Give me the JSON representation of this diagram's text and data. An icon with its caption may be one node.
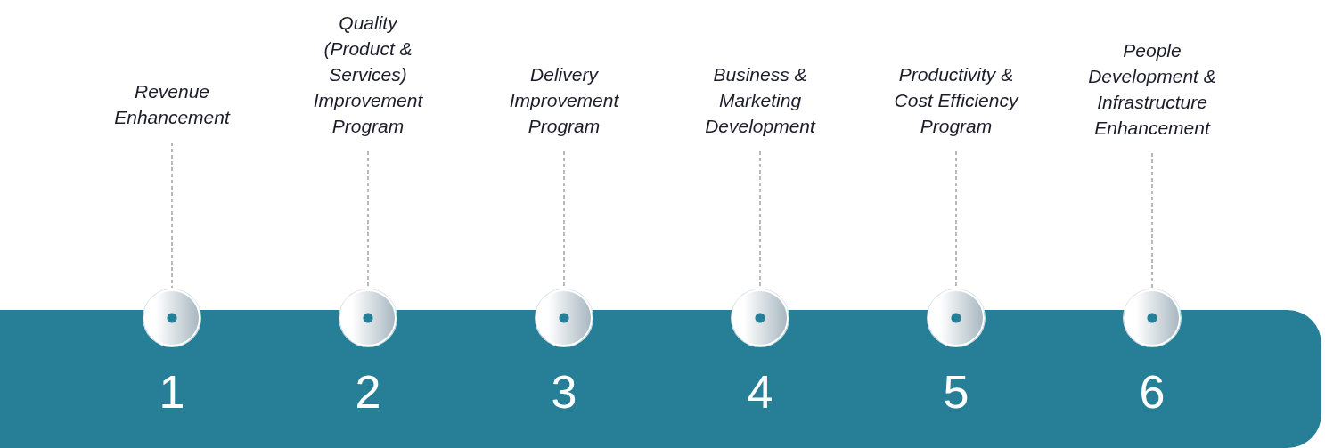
{
  "diagram": {
    "nodes": [
      {
        "text": [
          "1",
          "2",
          "3",
          "4",
          "5",
          "6"
        ]
      },
      {
        "text": [
          "Revenue Enhancement"
        ]
      },
      {
        "text": [
          "Quality (Product & Services) Improvement Program"
        ]
      },
      {
        "text": [
          "Delivery Improvement Program"
        ]
      },
      {
        "text": [
          "Business & Marketing Development"
        ]
      },
      {
        "text": [
          "Productivity & Cost Efficiency Program"
        ]
      },
      {
        "text": [
          "People Development & Infrastructure Enhancement"
        ]
      },
      {
        "text": [],
        "shape": "circle"
      },
      {
        "text": [],
        "shape": "circle"
      },
      {
        "text": [],
        "shape": "circle"
      },
      {
        "text": [],
        "shape": "circle"
      },
      {
        "text": [],
        "shape": "circle"
      },
      {
        "text": [],
        "shape": "circle"
      }
    ],
    "edges": [
      {
        "from": 1,
        "to": 7,
        "arrow": "none",
        "style": "dashed"
      },
      {
        "from": 2,
        "to": 8,
        "arrow": "none",
        "style": "dashed"
      },
      {
        "from": 3,
        "to": 9,
        "arrow": "none",
        "style": "dashed"
      },
      {
        "from": 4,
        "to": 10,
        "arrow": "none",
        "style": "dashed"
      },
      {
        "from": 5,
        "to": 11,
        "arrow": "none",
        "style": "dashed"
      },
      {
        "from": 6,
        "to": 12,
        "arrow": "none",
        "style": "dashed"
      }
    ]
  }
}
